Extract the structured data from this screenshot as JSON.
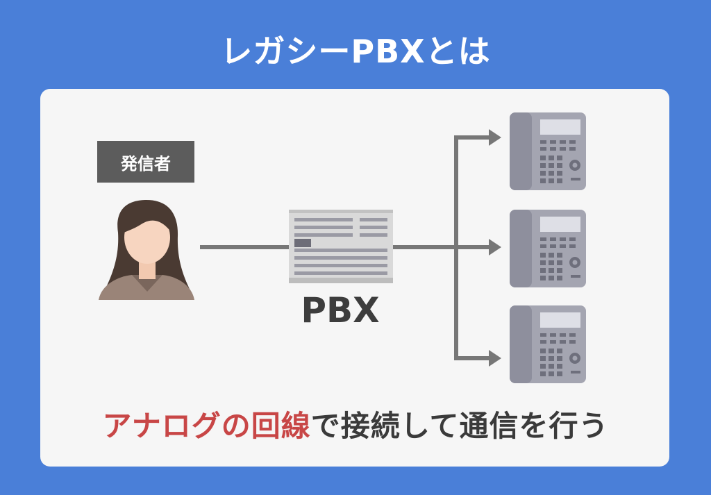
{
  "title": "レガシーPBXとは",
  "sender_label": "発信者",
  "pbx_label": "PBX",
  "caption": {
    "highlight": "アナログの回線",
    "rest": "で接続して通信を行う"
  },
  "colors": {
    "background": "#4a7fd8",
    "card": "#f6f6f6",
    "highlight": "#c84646",
    "line": "#777777",
    "phone": "#8e8f9d"
  },
  "icons": [
    "person-icon",
    "pbx-unit-icon",
    "telephone-icon"
  ]
}
